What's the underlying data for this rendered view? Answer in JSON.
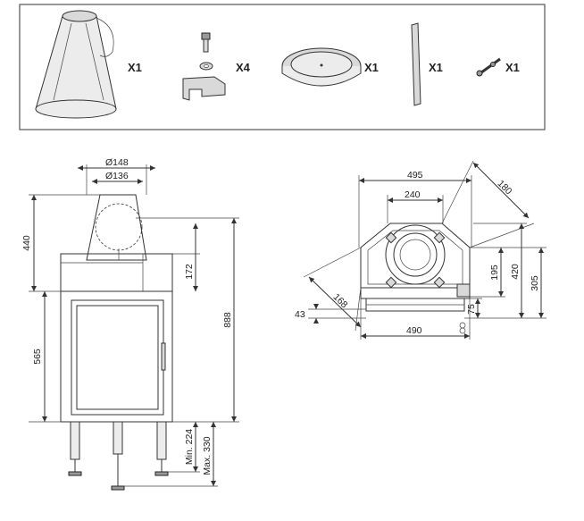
{
  "parts_box": {
    "items": [
      {
        "name": "flue-cone",
        "quantity": "X1"
      },
      {
        "name": "bolt-and-bracket",
        "quantity": "X4"
      },
      {
        "name": "collar-ring",
        "quantity": "X1"
      },
      {
        "name": "flat-bar",
        "quantity": "X1"
      },
      {
        "name": "threaded-rod",
        "quantity": "X1"
      }
    ]
  },
  "front_view": {
    "dims": {
      "d148": "Ø148",
      "d136": "Ø136",
      "h440": "440",
      "h172": "172",
      "h565": "565",
      "h888": "888",
      "min224": "Min. 224",
      "max330": "Max. 330"
    }
  },
  "top_view": {
    "dims": {
      "w495": "495",
      "w240": "240",
      "d180": "180",
      "d168": "168",
      "d43": "43",
      "w490": "490",
      "h195": "195",
      "h420": "420",
      "h305": "305",
      "h75": "75"
    }
  }
}
